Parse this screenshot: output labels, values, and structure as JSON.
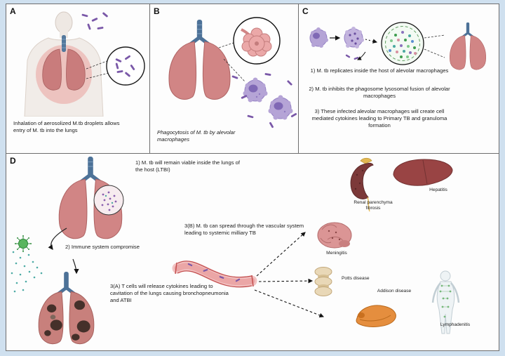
{
  "panels": {
    "a": {
      "label": "A",
      "caption": "Inhalation of aerosolized M.tb droplets allows entry of M. tb into the lungs"
    },
    "b": {
      "label": "B",
      "caption": "Phagocytosis of M. tb by alevolar macrophages"
    },
    "c": {
      "label": "C",
      "items": [
        "1) M. tb replicates inside the host of alevolar macrophages",
        "2) M. tb inhibits the phagosome lysosomal fusion of alevolar macrophages",
        "3) These infected alevolar macrophages will create cell mediated cytokines leading to Primary TB and granuloma formation"
      ]
    },
    "d": {
      "label": "D",
      "step1": "1) M. tb will remain viable inside the lungs of the host (LTBI)",
      "step2": "2) Immune system compromise",
      "step3a": "3(A) T cells will release cytokines leading to cavitation of the lungs causing bronchopneumonia and ATBI",
      "step3b": "3(B) M. tb can spread through the vascular system leading to systemic milliary TB",
      "organs": {
        "renal": "Renal parenchyma fibrosis",
        "hepatitis": "Hepatitis",
        "meningitis": "Meningitis",
        "potts": "Potts disease",
        "addison": "Addison disease",
        "lymphadenitis": "Lymphadenitis"
      }
    }
  },
  "palette": {
    "background": "#cfe0ef",
    "panel": "#fdfdfd",
    "lung_pink": "#d18585",
    "trachea_blue": "#4d7298",
    "bacteria_purple": "#7a58a8",
    "macrophage_purple": "#b5a4d6",
    "vessel_pink": "#f2c3c3",
    "vessel_edge_red": "#c34f4f",
    "kidney_red": "#7c3939",
    "liver_red": "#994444",
    "brain_pink": "#db9595",
    "spine_tan": "#e9d8b7",
    "addison_orange": "#e58e3e",
    "virus_green": "#59b55e",
    "cytokine_teal": "#2f9d96"
  }
}
